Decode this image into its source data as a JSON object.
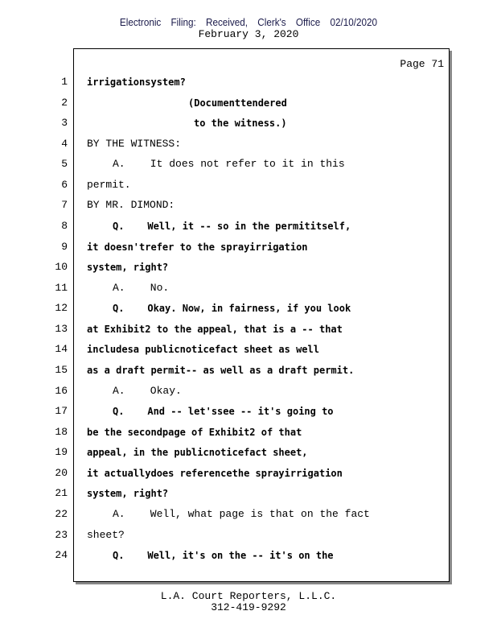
{
  "header": {
    "stamp": "Electronic Filing: Received, Clerk's Office 02/10/2020",
    "date": "February 3, 2020"
  },
  "page_label": "Page 71",
  "lines": [
    {
      "n": "1",
      "text": "irrigationsystem?",
      "bold": true,
      "indent": 0
    },
    {
      "n": "2",
      "text": "(Documenttendered",
      "bold": true,
      "indent": 126
    },
    {
      "n": "3",
      "text": "to the witness.)",
      "bold": true,
      "indent": 133
    },
    {
      "n": "4",
      "text": "BY THE WITNESS:",
      "bold": false,
      "indent": 0
    },
    {
      "n": "5",
      "text": "A.    It does not refer to it in this",
      "bold": false,
      "indent": 32
    },
    {
      "n": "6",
      "text": "permit.",
      "bold": false,
      "indent": 0
    },
    {
      "n": "7",
      "text": "BY MR. DIMOND:",
      "bold": false,
      "indent": 0
    },
    {
      "n": "8",
      "text": "Q.    Well, it -- so in the permititself,",
      "bold": true,
      "indent": 32
    },
    {
      "n": "9",
      "text": "it doesn'trefer to the sprayirrigation",
      "bold": true,
      "indent": 0
    },
    {
      "n": "10",
      "text": "system, right?",
      "bold": true,
      "indent": 0
    },
    {
      "n": "11",
      "text": "A.    No.",
      "bold": false,
      "indent": 32
    },
    {
      "n": "12",
      "text": "Q.    Okay. Now, in fairness, if you look",
      "bold": true,
      "indent": 32
    },
    {
      "n": "13",
      "text": "at Exhibit2 to the appeal, that is a -- that",
      "bold": true,
      "indent": 0
    },
    {
      "n": "14",
      "text": "includesa publicnoticefact sheet as well",
      "bold": true,
      "indent": 0
    },
    {
      "n": "15",
      "text": "as a draft permit-- as well as a draft permit.",
      "bold": true,
      "indent": 0
    },
    {
      "n": "16",
      "text": "A.    Okay.",
      "bold": false,
      "indent": 32
    },
    {
      "n": "17",
      "text": "Q.    And -- let'ssee -- it's going to",
      "bold": true,
      "indent": 32
    },
    {
      "n": "18",
      "text": "be the secondpage of Exhibit2 of that",
      "bold": true,
      "indent": 0
    },
    {
      "n": "19",
      "text": "appeal, in the publicnoticefact sheet,",
      "bold": true,
      "indent": 0
    },
    {
      "n": "20",
      "text": "it actuallydoes referencethe sprayirrigation",
      "bold": true,
      "indent": 0
    },
    {
      "n": "21",
      "text": "system, right?",
      "bold": true,
      "indent": 0
    },
    {
      "n": "22",
      "text": "A.    Well, what page is that on the fact",
      "bold": false,
      "indent": 32
    },
    {
      "n": "23",
      "text": "sheet?",
      "bold": false,
      "indent": 0
    },
    {
      "n": "24",
      "text": "Q.    Well, it's on the -- it's on the",
      "bold": true,
      "indent": 32
    }
  ],
  "footer": {
    "company": "L.A. Court Reporters, L.L.C.",
    "phone": "312-419-9292"
  }
}
